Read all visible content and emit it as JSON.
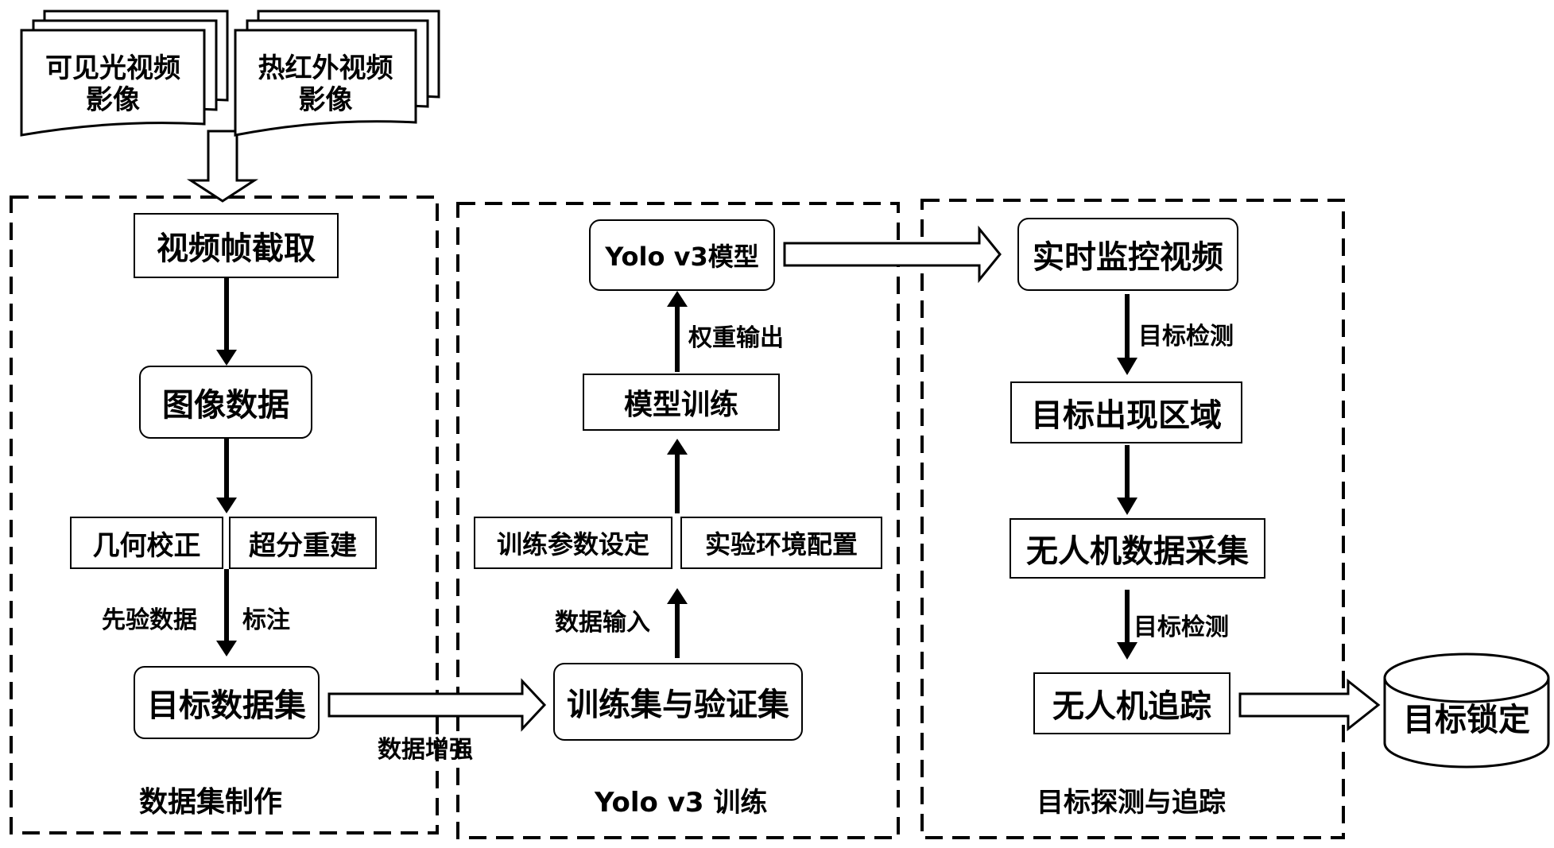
{
  "inputs": {
    "visible_video_line1": "可见光视频",
    "visible_video_line2": "影像",
    "thermal_video_line1": "热红外视频",
    "thermal_video_line2": "影像"
  },
  "dataset_section": {
    "title": "数据集制作",
    "frame_capture": "视频帧截取",
    "image_data": "图像数据",
    "geometric_correction": "几何校正",
    "super_resolution": "超分重建",
    "prior_data": "先验数据",
    "annotation": "标注",
    "target_dataset": "目标数据集"
  },
  "data_augmentation": "数据增强",
  "training_section": {
    "title": "Yolo v3 训练",
    "train_val_set": "训练集与验证集",
    "data_input": "数据输入",
    "training_params": "训练参数设定",
    "env_config": "实验环境配置",
    "model_training": "模型训练",
    "weight_output": "权重输出",
    "yolo_model": "Yolo v3模型"
  },
  "tracking_section": {
    "title": "目标探测与追踪",
    "realtime_video": "实时监控视频",
    "target_detection_1": "目标检测",
    "target_region": "目标出现区域",
    "uav_data_collection": "无人机数据采集",
    "target_detection_2": "目标检测",
    "uav_tracking": "无人机追踪"
  },
  "target_lock": "目标锁定"
}
